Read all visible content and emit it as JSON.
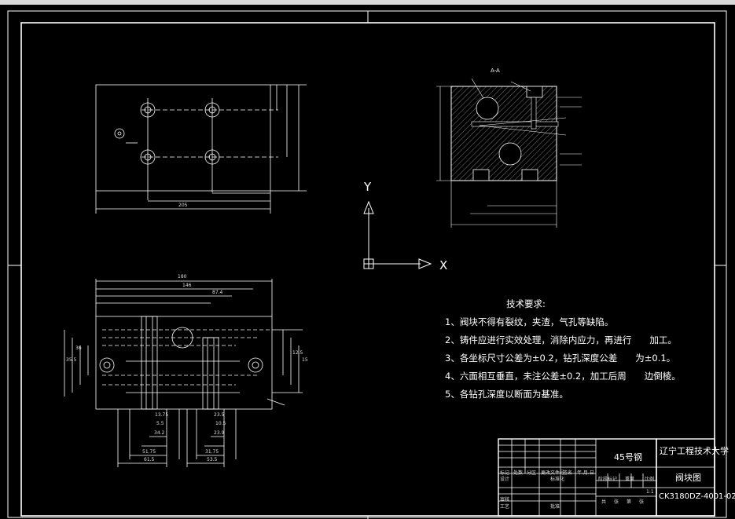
{
  "section_label": "A-A",
  "axis": {
    "x": "X",
    "y": "Y"
  },
  "tech_req": {
    "title": "技术要求:",
    "items": [
      "1、阀块不得有裂纹，夹渣，气孔等缺陷。",
      "2、铸件应进行实效处理，消除内应力，再进行　　加工。",
      "3、各坐标尺寸公差为±0.2，钻孔深度公差　　为±0.1。",
      "4、六面相互垂直，未注公差±0.2，加工后周　　边倒棱。",
      "5、各钻孔深度以断面为基准。"
    ]
  },
  "title_block": {
    "school": "辽宁工程技术大学",
    "material": "45号钢",
    "drawing_name": "阀块图",
    "drawing_no": "CK3180DZ-4001-02",
    "scale": "1:1",
    "row_labels": [
      "标记",
      "处数",
      "分区",
      "更改文件号",
      "签名",
      "年.月.日"
    ],
    "row_labels2": [
      "设计",
      "标准化",
      "阶段标记",
      "重量",
      "比例"
    ],
    "row_labels3": [
      "审核",
      "工艺",
      "批准"
    ],
    "sheet_labels": [
      "共",
      "张",
      "第",
      "张"
    ]
  },
  "dims": {
    "top_view_w": "205",
    "front_w": "180",
    "front_w2": "146",
    "front_d1": "87.4",
    "bottom_dims": [
      "13.75",
      "5.5",
      "34.2",
      "23.5",
      "10.5",
      "23.9",
      "51.75",
      "31.75",
      "61.5",
      "53.5"
    ],
    "side_labels": [
      "12.5",
      "15",
      "35.5",
      "36"
    ]
  }
}
